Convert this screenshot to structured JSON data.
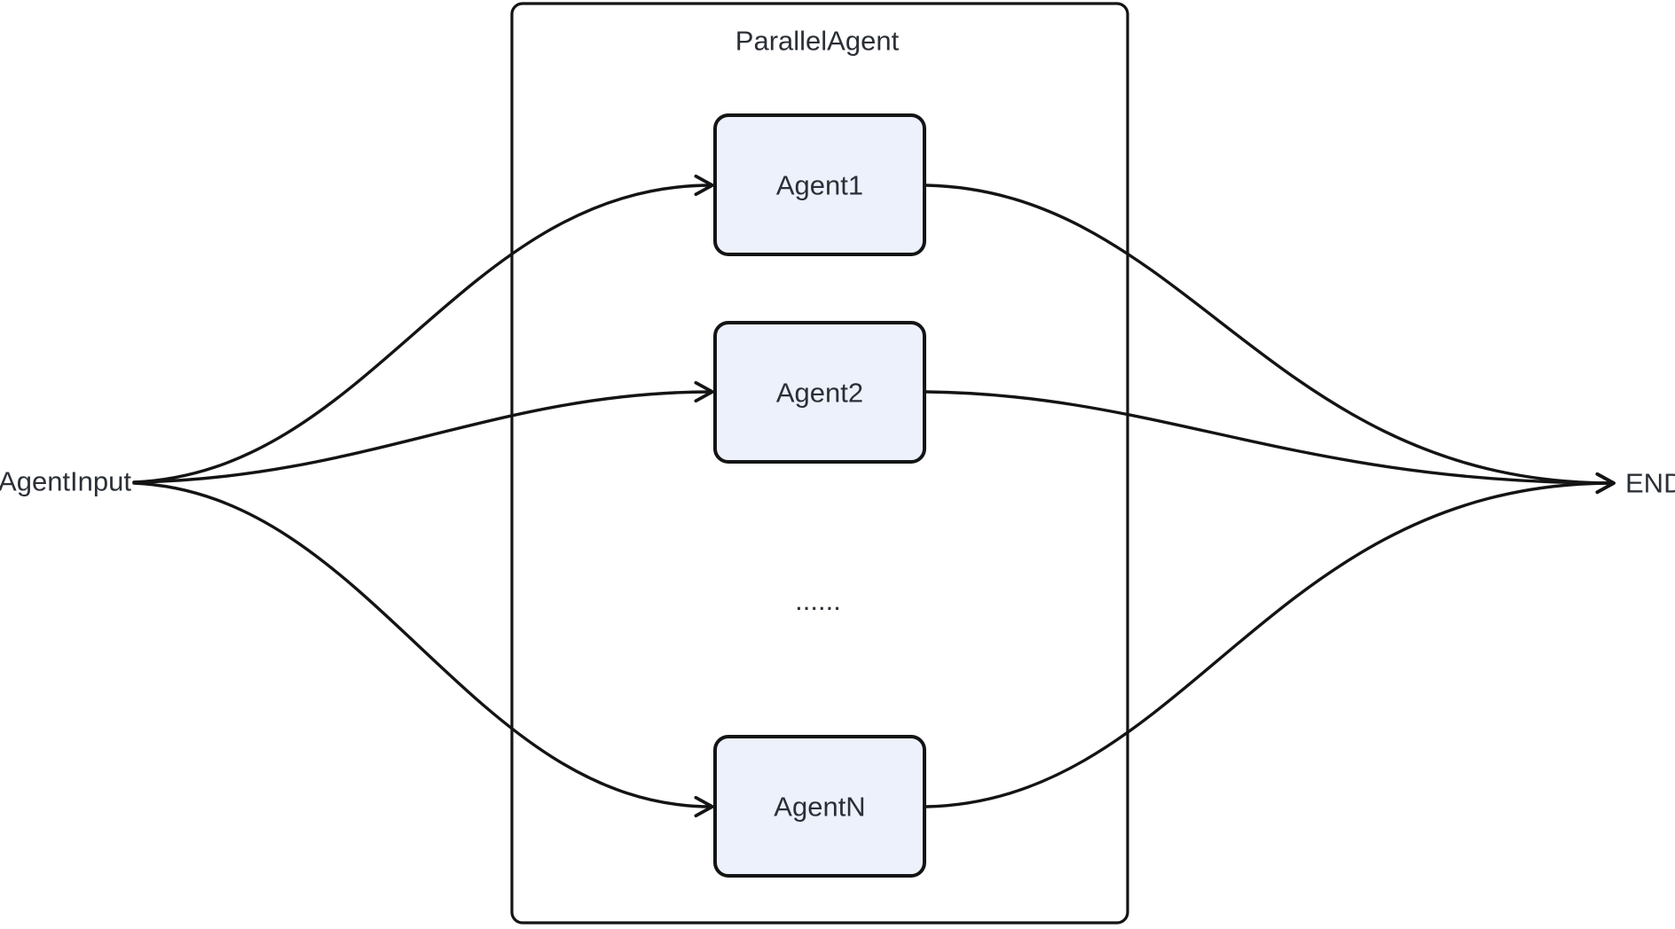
{
  "diagram": {
    "type": "flowchart",
    "direction": "left-to-right",
    "input_label": "AgentInput",
    "end_label": "END",
    "container": {
      "label": "ParallelAgent"
    },
    "nodes": [
      {
        "id": "agent1",
        "label": "Agent1"
      },
      {
        "id": "agent2",
        "label": "Agent2"
      },
      {
        "id": "agentN",
        "label": "AgentN"
      }
    ],
    "ellipsis_label": "......",
    "edges": [
      {
        "from": "AgentInput",
        "to": "Agent1"
      },
      {
        "from": "AgentInput",
        "to": "Agent2"
      },
      {
        "from": "AgentInput",
        "to": "AgentN"
      },
      {
        "from": "Agent1",
        "to": "END"
      },
      {
        "from": "Agent2",
        "to": "END"
      },
      {
        "from": "AgentN",
        "to": "END"
      }
    ],
    "colors": {
      "background": "#ffffff",
      "node_fill": "#ECF1FB",
      "stroke": "#141414",
      "text": "#2b2f36"
    }
  }
}
